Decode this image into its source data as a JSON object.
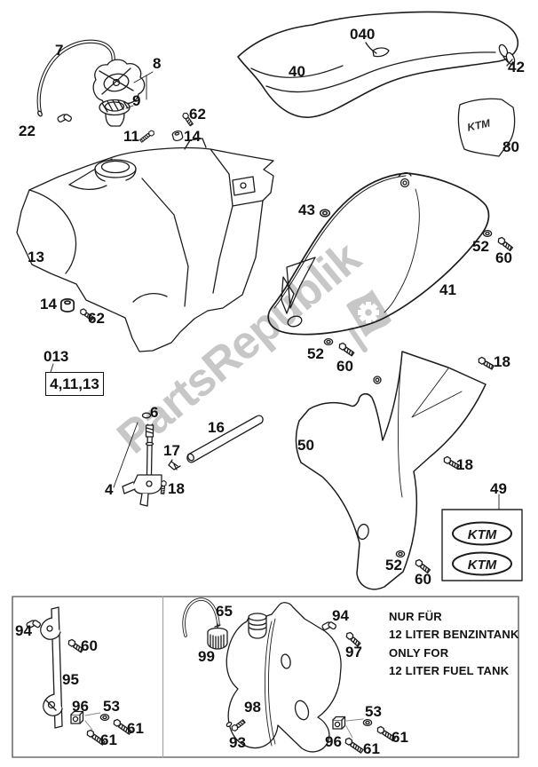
{
  "watermark": {
    "text": "PartsRepublik",
    "logo": "gear-flag-icon",
    "color": "#9a9a9a"
  },
  "note": {
    "line1": "NUR FÜR",
    "line2": "12 LITER BENZINTANK",
    "line3": "ONLY FOR",
    "line4": "12 LITER FUEL TANK"
  },
  "ref_box": {
    "label": "013",
    "value": "4,11,13"
  },
  "brand": {
    "ktm": "KTM"
  },
  "labels": {
    "p7": "7",
    "p8": "8",
    "p9": "9",
    "p22": "22",
    "p62a": "62",
    "p11": "11",
    "p14a": "14",
    "p040": "040",
    "p40": "40",
    "p42": "42",
    "p80": "80",
    "p13": "13",
    "p43": "43",
    "p52a": "52",
    "p60a": "60",
    "p41": "41",
    "p14b": "14",
    "p62b": "62",
    "p52b": "52",
    "p60b": "60",
    "p6": "6",
    "p16": "16",
    "p17": "17",
    "p4": "4",
    "p18a": "18",
    "p50": "50",
    "p18b": "18",
    "p18c": "18",
    "p49": "49",
    "p52c": "52",
    "p60c": "60",
    "p94a": "94",
    "p60d": "60",
    "p95": "95",
    "p96a": "96",
    "p53a": "53",
    "p61a": "61",
    "p61b": "61",
    "p65": "65",
    "p99": "99",
    "p98": "98",
    "p93": "93",
    "p94b": "94",
    "p97": "97",
    "p53b": "53",
    "p96b": "96",
    "p61c": "61",
    "p61d": "61"
  }
}
